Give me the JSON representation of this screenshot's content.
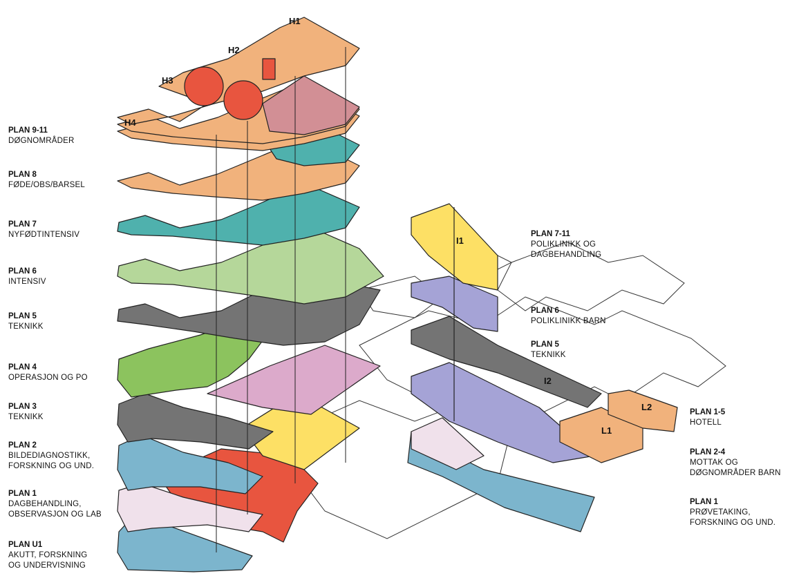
{
  "colors": {
    "orange": "#f1b27c",
    "pink": "#d28f95",
    "teal": "#4fb1ad",
    "lightgreen": "#b5d79a",
    "paleGreen": "#d4e8c3",
    "darkgray": "#747474",
    "green": "#8cc35e",
    "mauve": "#dcaacb",
    "yellow": "#fde065",
    "red": "#e8553f",
    "blue": "#7cb5cd",
    "palepink": "#f0e1eb",
    "purple": "#a5a3d6",
    "outline": "#222222"
  },
  "building_tags": {
    "h1": "H1",
    "h2": "H2",
    "h3": "H3",
    "h4": "H4",
    "i1": "I1",
    "i2": "I2",
    "l1": "L1",
    "l2": "L2"
  },
  "left_levels": [
    {
      "title": "PLAN 9-11",
      "desc": "DØGNOMRÅDER"
    },
    {
      "title": "PLAN 8",
      "desc": "FØDE/OBS/BARSEL"
    },
    {
      "title": "PLAN 7",
      "desc": "NYFØDTINTENSIV"
    },
    {
      "title": "PLAN 6",
      "desc": "INTENSIV"
    },
    {
      "title": "PLAN 5",
      "desc": "TEKNIKK"
    },
    {
      "title": "PLAN 4",
      "desc": "OPERASJON OG PO"
    },
    {
      "title": "PLAN 3",
      "desc": "TEKNIKK"
    },
    {
      "title": "PLAN 2",
      "desc": "BILDEDIAGNOSTIKK,",
      "desc2": "FORSKNING OG UND."
    },
    {
      "title": "PLAN 1",
      "desc": "DAGBEHANDLING,",
      "desc2": "OBSERVASJON OG LAB"
    },
    {
      "title": "PLAN U1",
      "desc": "AKUTT, FORSKNING",
      "desc2": "OG UNDERVISNING"
    }
  ],
  "middle_levels": [
    {
      "title": "PLAN 7-11",
      "desc": "POLIKLINIKK OG",
      "desc2": "DAGBEHANDLING"
    },
    {
      "title": "PLAN 6",
      "desc": "POLIKLINIKK BARN"
    },
    {
      "title": "PLAN 5",
      "desc": "TEKNIKK"
    }
  ],
  "right_levels": [
    {
      "title": "PLAN 1-5",
      "desc": "HOTELL"
    },
    {
      "title": "PLAN 2-4",
      "desc": "MOTTAK OG",
      "desc2": "DØGNOMRÅDER BARN"
    },
    {
      "title": "PLAN 1",
      "desc": "PRØVETAKING,",
      "desc2": "FORSKNING OG UND."
    }
  ]
}
